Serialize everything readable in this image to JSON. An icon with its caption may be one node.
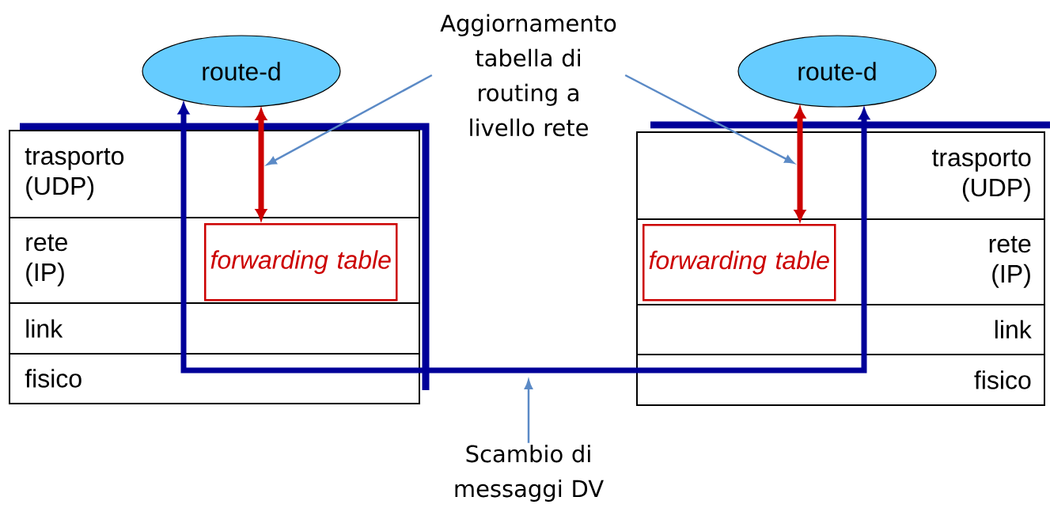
{
  "diagram": {
    "nodes": [
      {
        "text": [
          "route-d"
        ]
      },
      {
        "text": [
          "trasporto (UDP)"
        ]
      },
      {
        "text": [
          "rete (IP)"
        ]
      },
      {
        "text": [
          "link"
        ]
      },
      {
        "text": [
          "fisico"
        ]
      },
      {
        "text": [
          "forwarding table"
        ]
      },
      {
        "text": [
          "route-d"
        ]
      },
      {
        "text": [
          "trasporto (UDP)"
        ]
      },
      {
        "text": [
          "rete (IP)"
        ]
      },
      {
        "text": [
          "link"
        ]
      },
      {
        "text": [
          "fisico"
        ]
      },
      {
        "text": [
          "forwarding table"
        ]
      },
      {
        "text": [
          "Aggiornamento tabella di routing a livello rete"
        ]
      },
      {
        "text": [
          "Scambio di messaggi DV"
        ]
      }
    ],
    "edges": [
      {
        "from": 0,
        "to": 5,
        "arrow": "both",
        "style": "thick",
        "color": "#cc0000"
      },
      {
        "from": 6,
        "to": 11,
        "arrow": "both",
        "style": "thick",
        "color": "#cc0000"
      },
      {
        "from": 0,
        "to": 6,
        "arrow": "both",
        "style": "thick",
        "color": "#000099"
      },
      {
        "from": 12,
        "to": null,
        "arrow": "to",
        "color": "#5b8ac6"
      },
      {
        "from": 12,
        "to": null,
        "arrow": "to",
        "color": "#5b8ac6"
      },
      {
        "from": 13,
        "to": null,
        "arrow": "to",
        "color": "#5b8ac6"
      }
    ]
  }
}
